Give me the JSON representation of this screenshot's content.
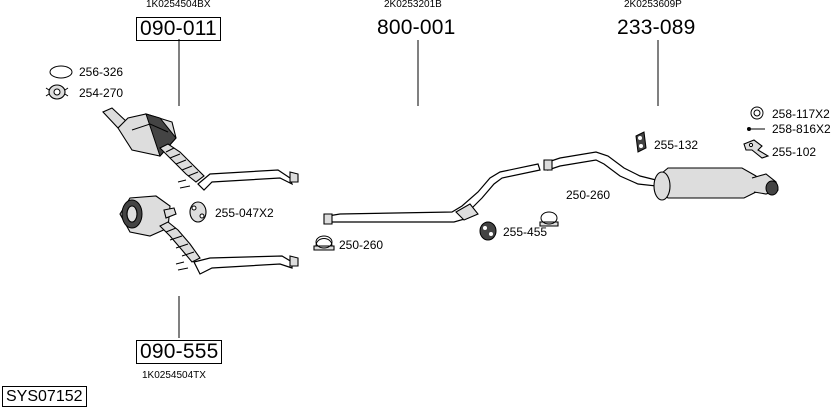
{
  "callouts": {
    "cat_upper": {
      "oem": "1K0254504BX",
      "part": "090-011"
    },
    "middle": {
      "oem": "2K0253201B",
      "part": "800-001"
    },
    "rear": {
      "oem": "2K0253609P",
      "part": "233-089"
    },
    "cat_lower": {
      "oem": "1K0254504TX",
      "part": "090-555"
    }
  },
  "fittings": {
    "f1": "256-326",
    "f2": "254-270",
    "f3": "255-047X2",
    "f4": "250-260",
    "f5": "255-455",
    "f6": "250-260",
    "f7": "255-132",
    "f8": "258-117X2",
    "f9": "258-816X2",
    "f10": "255-102"
  },
  "system_id": "SYS07152"
}
